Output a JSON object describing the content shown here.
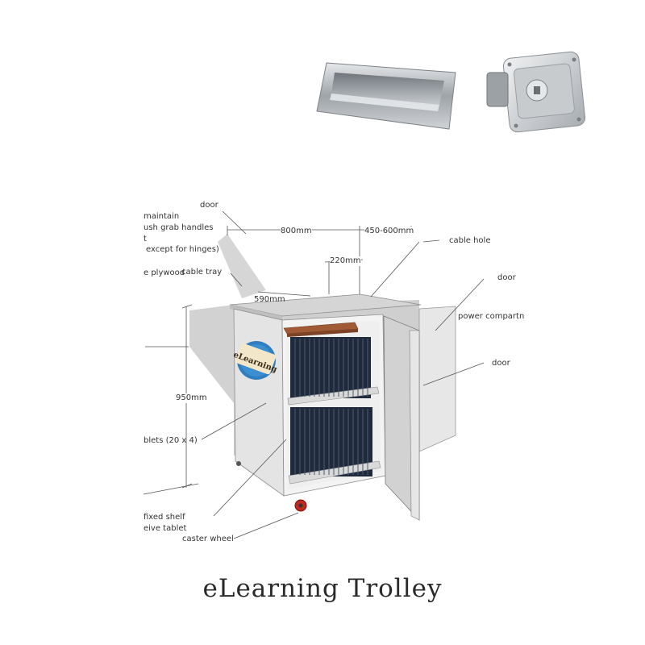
{
  "title": "eLearning Trolley",
  "labels": {
    "door_top": "door",
    "maintain": "maintain",
    "grab_handles": "ush grab handles",
    "t": "t",
    "except_hinges": "except for hinges)",
    "plywood": "e plywood",
    "cable_tray": "cable tray",
    "dim_800": "800mm",
    "dim_450_600": "450-600mm",
    "dim_220": "220mm",
    "dim_590": "590mm",
    "cable_hole": "cable hole",
    "door_right": "door",
    "power_compartment": "power compartn",
    "door_lower": "door",
    "dim_950": "950mm",
    "tablets": "blets (20 x 4)",
    "fixed_shelf": "fixed shelf",
    "receive_tablet": "eive tablet",
    "caster_wheel": "caster wheel"
  },
  "logo_text": "eLearning",
  "colors": {
    "cabinet_grey": "#d9d9d9",
    "shadow_grey": "#bdbdbd",
    "tablet_navy": "#1e2a3c",
    "logo_blue": "#2f7fc0",
    "copper_tray": "#a05a35",
    "wheel_red": "#c0281e",
    "steel": "#b8bcc0"
  },
  "icons": [
    "recessed-pull-handle-icon",
    "paddle-lock-latch-icon"
  ]
}
